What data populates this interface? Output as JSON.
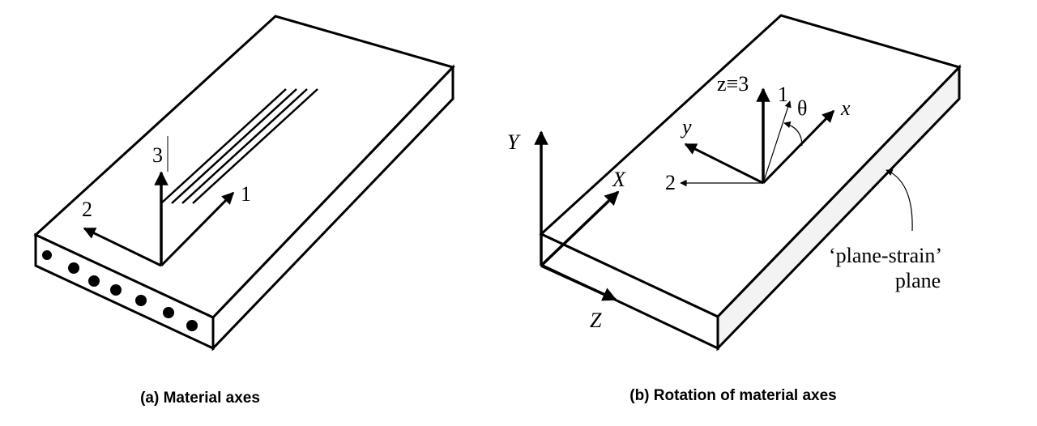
{
  "panel_a": {
    "caption": "(a) Material axes",
    "axis_labels": {
      "one": "1",
      "two": "2",
      "three": "3"
    }
  },
  "panel_b": {
    "caption": "(b) Rotation of material axes",
    "global_axes": {
      "X": "X",
      "Y": "Y",
      "Z": "Z"
    },
    "local_axes": {
      "x": "x",
      "y": "y",
      "z3": "z≡3",
      "one": "1",
      "two": "2",
      "theta": "θ"
    },
    "annotation_line1": "‘plane-strain’",
    "annotation_line2": "plane"
  },
  "colors": {
    "stroke": "#000000",
    "side_face": "#f3f3f3"
  }
}
